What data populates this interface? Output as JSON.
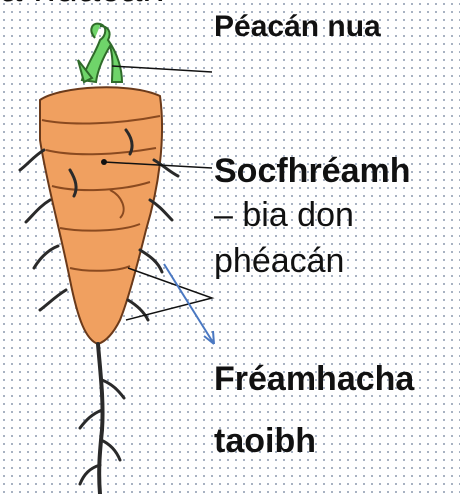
{
  "header": {
    "cutoff_text": "a nuacán"
  },
  "labels": {
    "new_shoot": "Péacán nua",
    "taproot": "Socfhréamh",
    "taproot_desc_1": "– bia don",
    "taproot_desc_2": "phéacán",
    "lateral_roots_1": "Fréamhacha",
    "lateral_roots_2": "taoibh"
  },
  "colors": {
    "carrot": "#f0a060",
    "carrot_outline": "#6b3a1a",
    "leaves": "#6fd46a",
    "root": "#2a2a2a",
    "arrow": "#4a78c2"
  }
}
